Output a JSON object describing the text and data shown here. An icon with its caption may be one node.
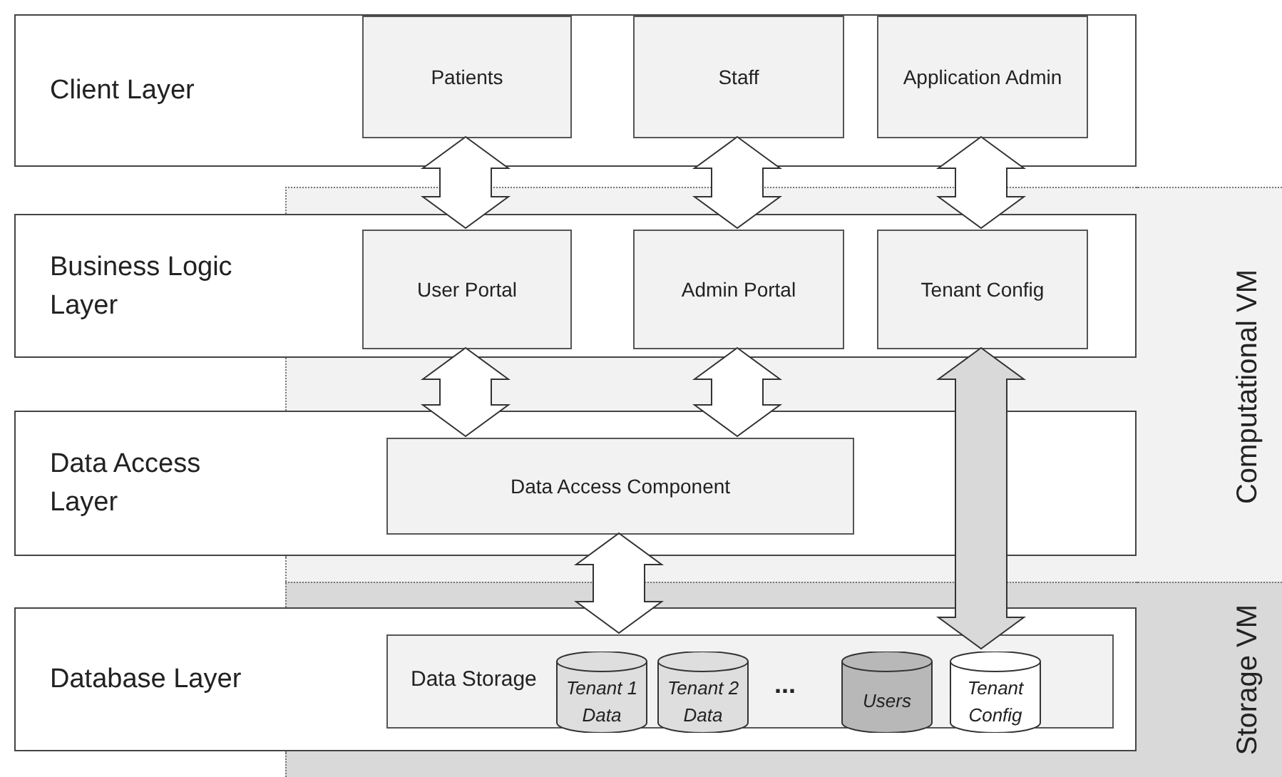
{
  "diagram": {
    "nodes": [
      {
        "text": [
          "Client Layer"
        ]
      },
      {
        "text": [
          "Patients"
        ],
        "in": 0
      },
      {
        "text": [
          "Staff"
        ],
        "in": 0
      },
      {
        "text": [
          "Application Admin"
        ],
        "in": 0
      },
      {
        "text": [
          "Computational VM"
        ]
      },
      {
        "text": [
          "Business Logic Layer"
        ]
      },
      {
        "text": [
          "User Portal"
        ],
        "in": 5
      },
      {
        "text": [
          "Admin Portal"
        ],
        "in": 5
      },
      {
        "text": [
          "Tenant Config"
        ],
        "in": 5
      },
      {
        "text": [
          "Data Access Layer"
        ]
      },
      {
        "text": [
          "Data Access Component"
        ],
        "in": 9
      },
      {
        "text": [
          "Storage VM"
        ]
      },
      {
        "text": [
          "Database Layer"
        ]
      },
      {
        "text": [
          "Data Storage"
        ],
        "in": 12
      },
      {
        "text": [
          "Tenant 1 Data"
        ],
        "in": 13
      },
      {
        "text": [
          "Tenant 2 Data"
        ],
        "in": 13
      },
      {
        "text": [
          "Users"
        ],
        "in": 13
      },
      {
        "text": [
          "Tenant Config"
        ],
        "in": 13
      }
    ],
    "edges": [
      {
        "from": 1,
        "to": 6,
        "arrow": "both"
      },
      {
        "from": 2,
        "to": 7,
        "arrow": "both"
      },
      {
        "from": 3,
        "to": 8,
        "arrow": "both"
      },
      {
        "from": 6,
        "to": 10,
        "arrow": "both"
      },
      {
        "from": 7,
        "to": 10,
        "arrow": "both"
      },
      {
        "from": 10,
        "to": 13,
        "arrow": "both"
      },
      {
        "from": 8,
        "to": 17,
        "arrow": "both",
        "color": "#d9d9d9"
      }
    ],
    "labels": [
      "..."
    ]
  }
}
